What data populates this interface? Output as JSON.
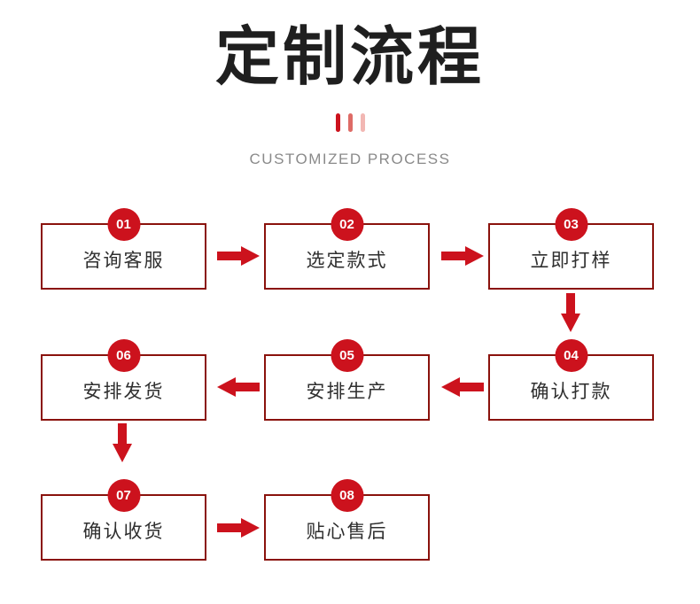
{
  "header": {
    "title": "定制流程",
    "subtitle": "CUSTOMIZED PROCESS",
    "divider_bar_colors": [
      "#cc121d",
      "#de6b66",
      "#f2b7b3"
    ]
  },
  "colors": {
    "accent_red": "#cc121d",
    "box_border": "#8a120c",
    "box_text": "#2f2f2f",
    "title_text": "#1f1f1f",
    "subtitle_text": "#8a8a8a",
    "page_bg": "#ffffff"
  },
  "steps": [
    {
      "number": "01",
      "label": "咨询客服"
    },
    {
      "number": "02",
      "label": "选定款式"
    },
    {
      "number": "03",
      "label": "立即打样"
    },
    {
      "number": "04",
      "label": "确认打款"
    },
    {
      "number": "05",
      "label": "安排生产"
    },
    {
      "number": "06",
      "label": "安排发货"
    },
    {
      "number": "07",
      "label": "确认收货"
    },
    {
      "number": "08",
      "label": "贴心售后"
    }
  ]
}
